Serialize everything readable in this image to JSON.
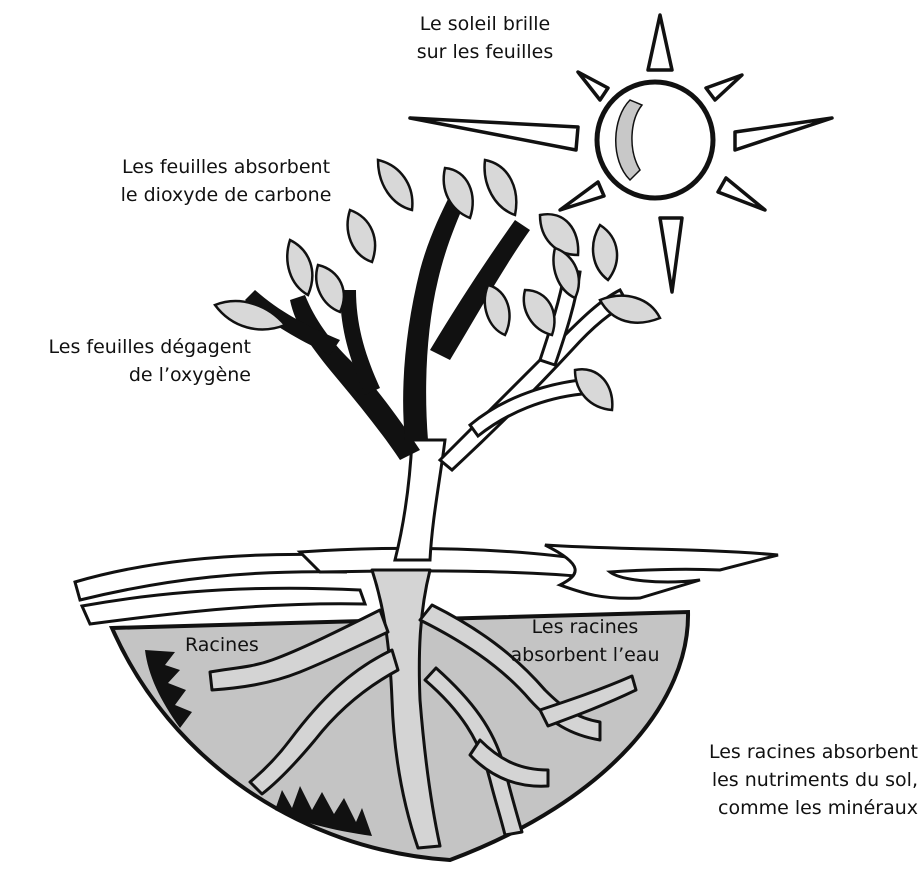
{
  "labels": {
    "sun": [
      "Le soleil brille",
      "sur les feuilles"
    ],
    "co2": [
      "Les feuilles absorbent",
      "le dioxyde de carbone"
    ],
    "oxygen": [
      "Les feuilles dégagent",
      "de l’oxygène"
    ],
    "roots": "Racines",
    "water": [
      "Les racines",
      "absorbent l’eau"
    ],
    "nutrients": [
      "Les racines absorbent",
      "les nutriments du sol,",
      "comme les minéraux"
    ]
  },
  "colors": {
    "ink": "#111111",
    "soil": "#c4c4c4",
    "sun_shade": "#c8c8c8",
    "leaf": "#d8d8d8"
  }
}
